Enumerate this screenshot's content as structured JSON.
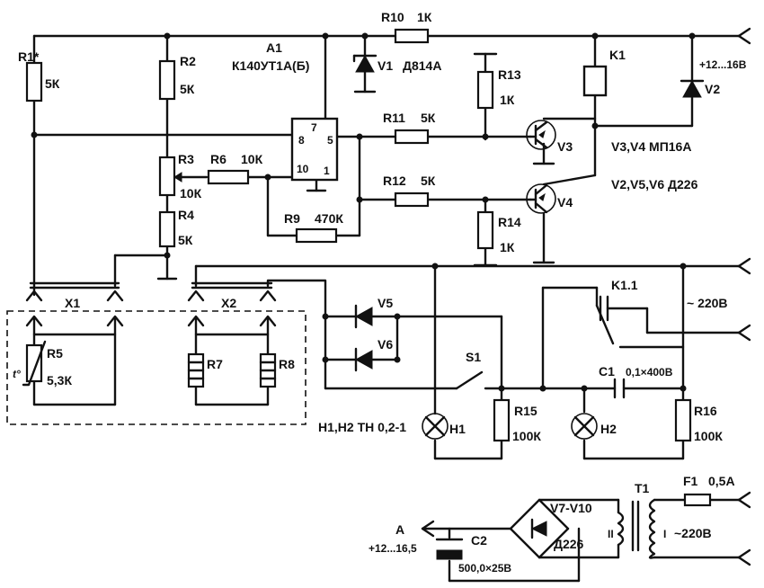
{
  "labels": {
    "r1": "R1*",
    "r1_val": "5К",
    "r2": "R2",
    "r2_val": "5К",
    "r3": "R3",
    "r3_val": "10К",
    "r4": "R4",
    "r4_val": "5К",
    "r6": "R6",
    "r6_val": "10К",
    "r9": "R9",
    "r9_val": "470К",
    "r10": "R10",
    "r10_val": "1К",
    "r11": "R11",
    "r11_val": "5К",
    "r12": "R12",
    "r12_val": "5К",
    "r13": "R13",
    "r13_val": "1К",
    "r14": "R14",
    "r14_val": "1К",
    "a1": "A1",
    "a1_type": "К140УТ1А(Б)",
    "pin7": "7",
    "pin8": "8",
    "pin5": "5",
    "pin10": "10",
    "pin1": "1",
    "v1": "V1",
    "v1_type": "Д814А",
    "k1": "K1",
    "v2": "V2",
    "v3": "V3",
    "v4": "V4",
    "supply_in": "+12...16В",
    "note_v3v4": "V3,V4 МП16А",
    "note_v2v5v6": "V2,V5,V6 Д226",
    "x1": "X1",
    "x2": "X2",
    "r5": "R5",
    "r5_val": "5,3К",
    "t_sym": "t°",
    "r7": "R7",
    "r8": "R8",
    "v5": "V5",
    "v6": "V6",
    "s1": "S1",
    "k11": "K1.1",
    "mains_top": "~ 220В",
    "c1": "C1",
    "c1_val": "0,1×400В",
    "r15": "R15",
    "r15_val": "100К",
    "r16": "R16",
    "r16_val": "100К",
    "h1": "H1",
    "h2": "H2",
    "lamps_note": "H1,H2 ТН 0,2-1",
    "t1": "T1",
    "f1": "F1",
    "f1_val": "0,5А",
    "winding_2": "II",
    "winding_1": "I",
    "mains_bottom": "~220В",
    "bridge": "V7-V10",
    "bridge_type": "Д226",
    "c2": "C2",
    "c2_val": "500,0×25В",
    "terminal_a": "А",
    "supply_out": "+12...16,5"
  }
}
